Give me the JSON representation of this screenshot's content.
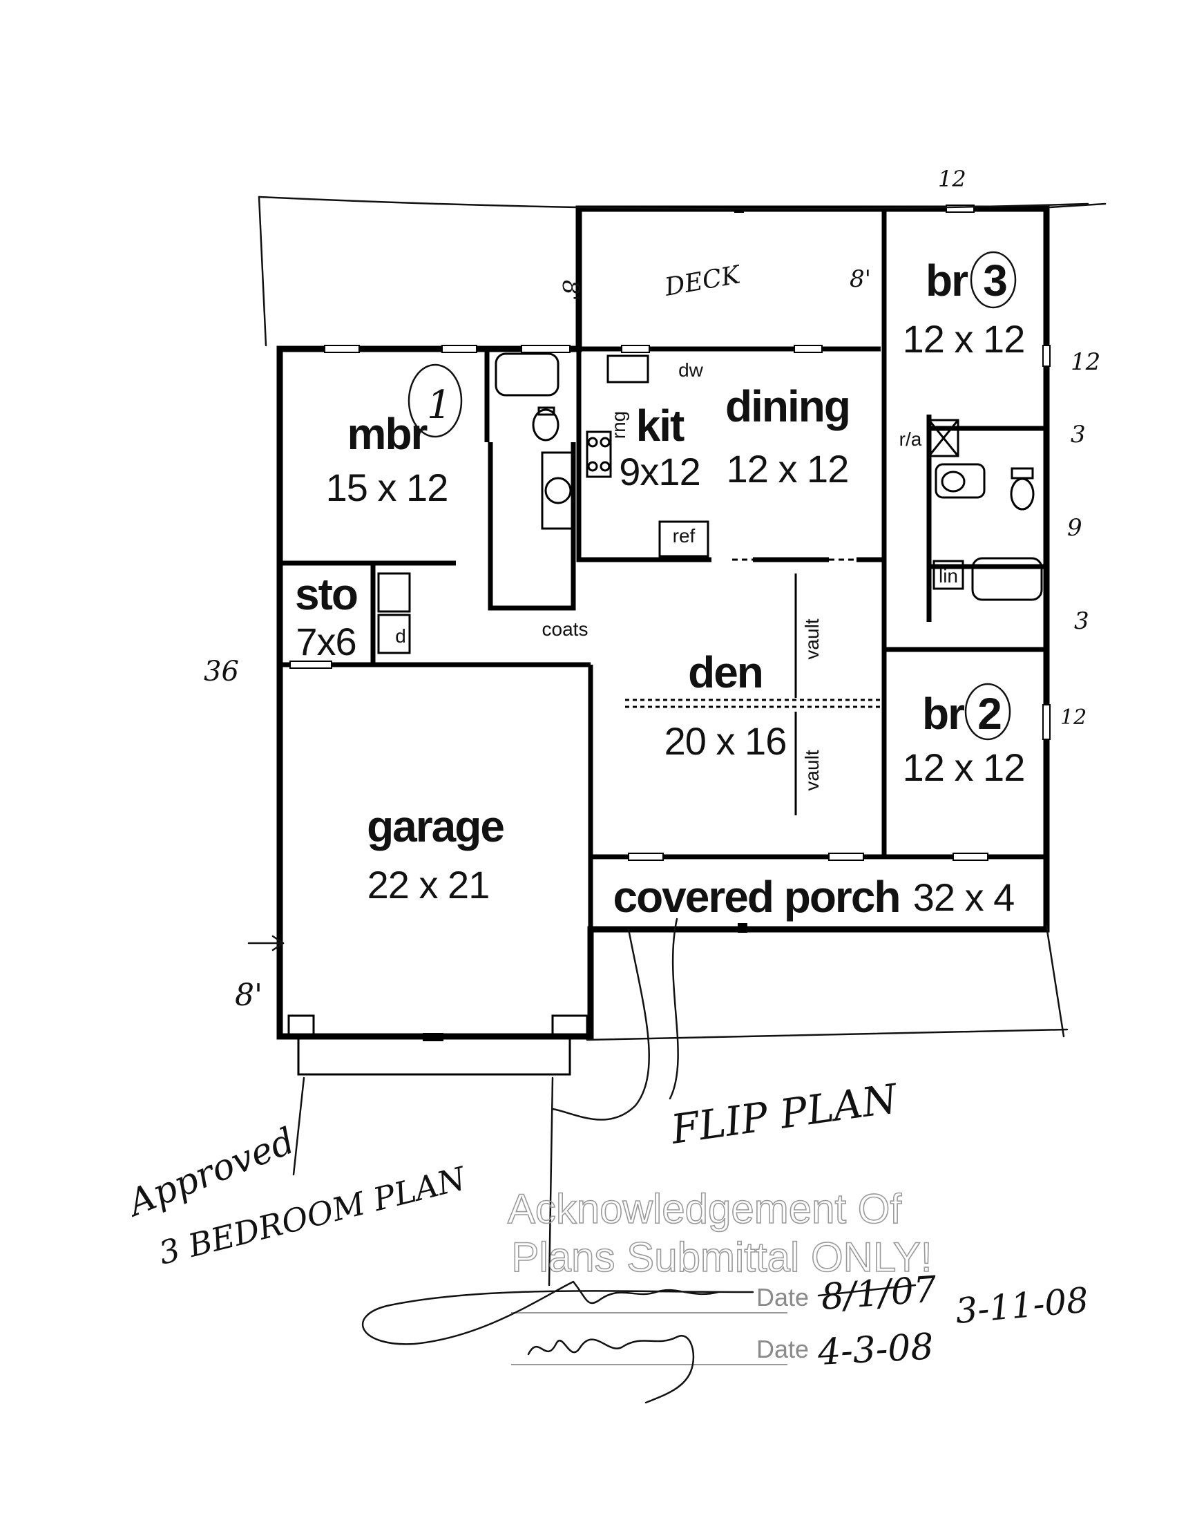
{
  "rooms": {
    "mbr": {
      "name": "mbr",
      "size": "15 x 12"
    },
    "sto": {
      "name": "sto",
      "size": "7x6"
    },
    "kit": {
      "name": "kit",
      "size": "9x12"
    },
    "dining": {
      "name": "dining",
      "size": "12 x 12"
    },
    "br3": {
      "name": "br",
      "number": "3",
      "size": "12 x 12"
    },
    "br2": {
      "name": "br",
      "number": "2",
      "size": "12 x 12"
    },
    "den": {
      "name": "den",
      "size": "20 x 16"
    },
    "garage": {
      "name": "garage",
      "size": "22 x 21"
    },
    "porch": {
      "name": "covered porch",
      "size": "32 x 4"
    }
  },
  "fixtures": {
    "dw": "dw",
    "rng": "rng",
    "ref": "ref",
    "ra": "r/a",
    "lin": "lin",
    "coats": "coats",
    "d": "d",
    "vault_upper": "vault",
    "vault_lower": "vault"
  },
  "handwriting": {
    "deck": "DECK",
    "deck_dim_left": "8'",
    "deck_dim_right": "8'",
    "top_dim": "12",
    "side_dim_1": "12",
    "side_dim_2": "3",
    "side_dim_3": "9",
    "side_dim_4": "3",
    "side_dim_5": "12",
    "left_dim": "36",
    "garage_dim": "8'",
    "mbr_mark": "1",
    "flip_plan": "FLIP PLAN",
    "approved_line1": "Approved",
    "approved_line2": "3 BEDROOM PLAN",
    "date_1": "8/1/07",
    "date_2": "3-11-08",
    "date_3": "4-3-08"
  },
  "stamp": {
    "line1": "Acknowledgement Of",
    "line2": "Plans Submittal ONLY!",
    "date_label_1": "Date",
    "date_label_2": "Date"
  }
}
